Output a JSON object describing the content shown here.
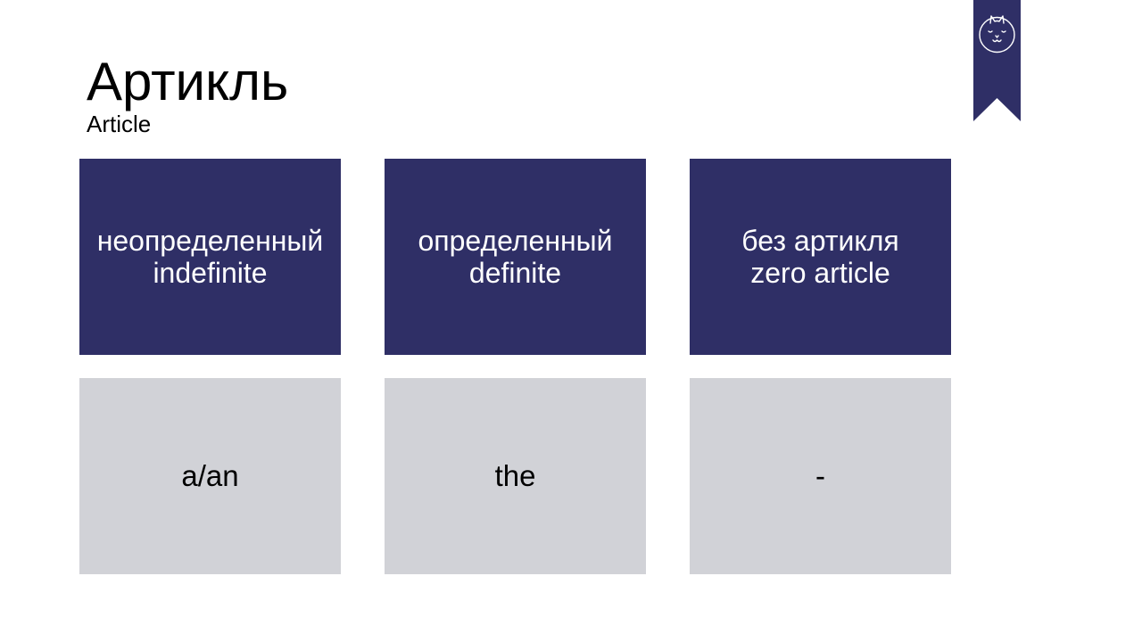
{
  "slide": {
    "title": "Артикль",
    "subtitle": "Article"
  },
  "bookmark": {
    "icon": "cat-face-icon"
  },
  "colors": {
    "header_bg": "#2f2f66",
    "value_bg": "#d1d2d7",
    "header_text": "#ffffff",
    "value_text": "#000000"
  },
  "columns": [
    {
      "ru": "неопределенный",
      "en": "indefinite",
      "value": "a/an"
    },
    {
      "ru": "определенный",
      "en": "definite",
      "value": "the"
    },
    {
      "ru": "без артикля",
      "en": "zero article",
      "value": "-"
    }
  ]
}
